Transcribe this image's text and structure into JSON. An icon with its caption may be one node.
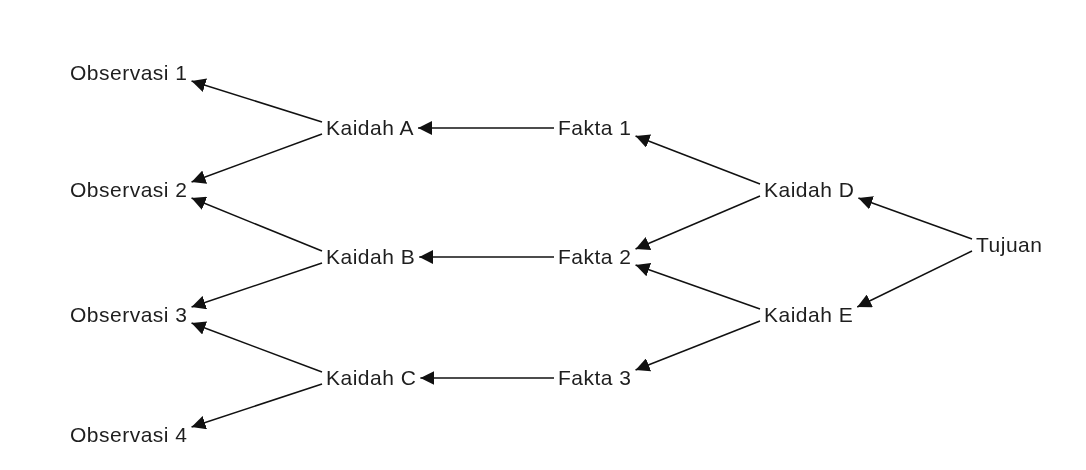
{
  "diagram": {
    "nodes": [
      {
        "text": [
          "Observasi 1"
        ]
      },
      {
        "text": [
          "Observasi 2"
        ]
      },
      {
        "text": [
          "Observasi 3"
        ]
      },
      {
        "text": [
          "Observasi 4"
        ]
      },
      {
        "text": [
          "Kaidah A"
        ]
      },
      {
        "text": [
          "Kaidah B"
        ]
      },
      {
        "text": [
          "Kaidah C"
        ]
      },
      {
        "text": [
          "Fakta 1"
        ]
      },
      {
        "text": [
          "Fakta 2"
        ]
      },
      {
        "text": [
          "Fakta 3"
        ]
      },
      {
        "text": [
          "Kaidah D"
        ]
      },
      {
        "text": [
          "Kaidah E"
        ]
      },
      {
        "text": [
          "Tujuan"
        ]
      }
    ],
    "edges": [
      {
        "from": 4,
        "to": 0,
        "arrow": "to"
      },
      {
        "from": 4,
        "to": 1,
        "arrow": "to"
      },
      {
        "from": 5,
        "to": 1,
        "arrow": "to"
      },
      {
        "from": 5,
        "to": 2,
        "arrow": "to"
      },
      {
        "from": 6,
        "to": 2,
        "arrow": "to"
      },
      {
        "from": 6,
        "to": 3,
        "arrow": "to"
      },
      {
        "from": 7,
        "to": 4,
        "arrow": "to"
      },
      {
        "from": 8,
        "to": 5,
        "arrow": "to"
      },
      {
        "from": 9,
        "to": 6,
        "arrow": "to"
      },
      {
        "from": 10,
        "to": 7,
        "arrow": "to"
      },
      {
        "from": 10,
        "to": 8,
        "arrow": "to"
      },
      {
        "from": 11,
        "to": 8,
        "arrow": "to"
      },
      {
        "from": 11,
        "to": 9,
        "arrow": "to"
      },
      {
        "from": 12,
        "to": 10,
        "arrow": "to"
      },
      {
        "from": 12,
        "to": 11,
        "arrow": "to"
      }
    ]
  }
}
